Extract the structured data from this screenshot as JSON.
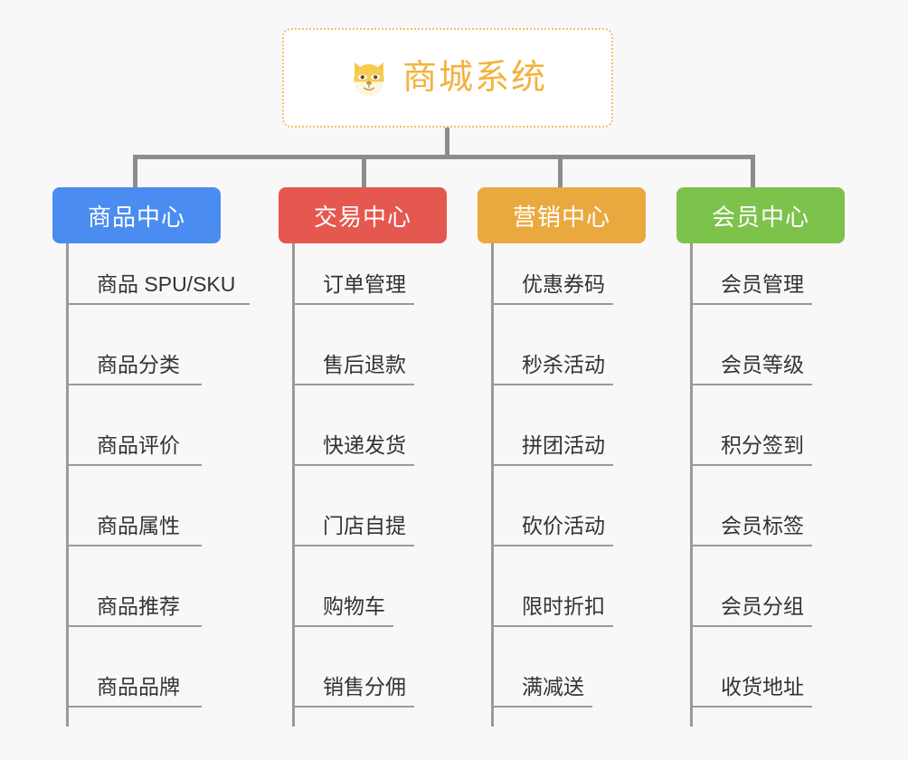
{
  "diagram": {
    "type": "organization-tree",
    "background_color": "#f8f8f8",
    "root": {
      "title": "商城系统",
      "icon": "shiba-dog-face-icon",
      "border_color": "#f2c06a",
      "text_color": "#f2b33d",
      "background_color": "#ffffff"
    },
    "connector_color": "#8c8c8c",
    "branches": [
      {
        "label": "商品中心",
        "color": "#4a8cf0",
        "items": [
          "商品 SPU/SKU",
          "商品分类",
          "商品评价",
          "商品属性",
          "商品推荐",
          "商品品牌"
        ]
      },
      {
        "label": "交易中心",
        "color": "#e5584f",
        "items": [
          "订单管理",
          "售后退款",
          "快递发货",
          "门店自提",
          "购物车",
          "销售分佣"
        ]
      },
      {
        "label": "营销中心",
        "color": "#eaa93e",
        "items": [
          "优惠券码",
          "秒杀活动",
          "拼团活动",
          "砍价活动",
          "限时折扣",
          "满减送"
        ]
      },
      {
        "label": "会员中心",
        "color": "#7dc24b",
        "items": [
          "会员管理",
          "会员等级",
          "积分签到",
          "会员标签",
          "会员分组",
          "收货地址"
        ]
      }
    ]
  }
}
